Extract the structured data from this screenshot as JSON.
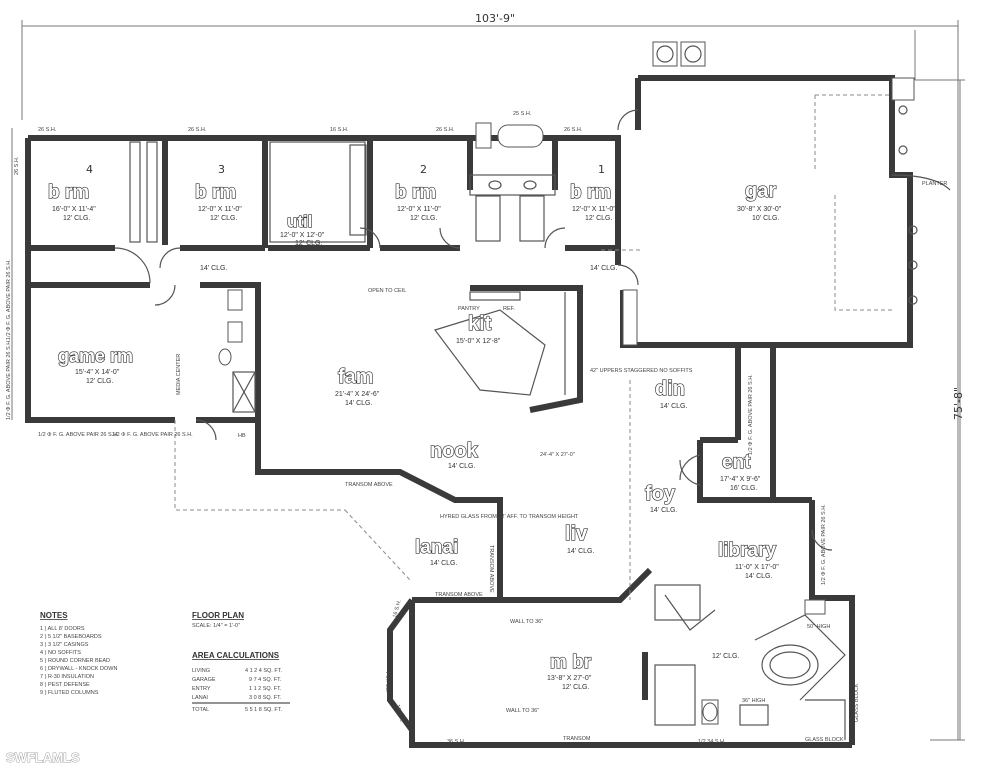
{
  "overall": {
    "width": "103'-9\"",
    "depth": "75'-8\""
  },
  "rooms": [
    {
      "id": "brm4",
      "label": "b rm",
      "num": "4",
      "size": "16'-0\" X 11'-4\"",
      "ceiling": "12' CLG."
    },
    {
      "id": "brm3",
      "label": "b rm",
      "num": "3",
      "size": "12'-0\" X 11'-0\"",
      "ceiling": "12' CLG."
    },
    {
      "id": "util",
      "label": "util",
      "size": "12'-0\" X 12'-0\"",
      "ceiling": "12' CLG."
    },
    {
      "id": "brm2",
      "label": "b rm",
      "num": "2",
      "size": "12'-0\" X 11'-0\"",
      "ceiling": "12' CLG."
    },
    {
      "id": "brm1",
      "label": "b rm",
      "num": "1",
      "size": "12'-0\" X 11'-0\"",
      "ceiling": "12' CLG."
    },
    {
      "id": "gar",
      "label": "gar",
      "size": "30'-8\" X 30'-0\"",
      "ceiling": "10' CLG."
    },
    {
      "id": "game",
      "label": "game rm",
      "size": "15'-4\" X 14'-0\"",
      "ceiling": "12' CLG."
    },
    {
      "id": "kit",
      "label": "kit",
      "size": "15'-0\" X 12'-8\""
    },
    {
      "id": "fam",
      "label": "fam",
      "size": "21'-4\" X 24'-6\"",
      "ceiling": "14' CLG."
    },
    {
      "id": "din",
      "label": "din",
      "ceiling": "14' CLG."
    },
    {
      "id": "nook",
      "label": "nook",
      "ceiling": "14' CLG."
    },
    {
      "id": "ent",
      "label": "ent",
      "size": "17'-4\" X 9'-6\"",
      "ceiling": "16' CLG."
    },
    {
      "id": "foy",
      "label": "foy",
      "ceiling": "14' CLG."
    },
    {
      "id": "lanai",
      "label": "lanai",
      "ceiling": "14' CLG."
    },
    {
      "id": "liv",
      "label": "liv",
      "ceiling": "14' CLG."
    },
    {
      "id": "library",
      "label": "library",
      "size": "11'-0\" X 17'-0\"",
      "ceiling": "14' CLG."
    },
    {
      "id": "mbr",
      "label": "m br",
      "size": "13'-8\" X 27'-0\"",
      "ceiling": "12' CLG."
    }
  ],
  "annotations": {
    "hall_clg_left": "14' CLG.",
    "hall_clg_right": "14' CLG.",
    "open_to_ceil": "OPEN TO CEIL",
    "pantry": "PANTRY",
    "ref": "REF.",
    "uppers": "42\" UPPERS STAGGERED NO SOFFITS",
    "liv_size": "24'-4\" X 27'-0\"",
    "transom_above_1": "TRANSOM ABOVE",
    "transom_above_2": "TRANSOM ABOVE",
    "transom_above_3": "TRANSOM ABOVE",
    "hyred_glass": "HYRED GLASS FROM 12' AFF. TO TRANSOM HEIGHT",
    "wall_to_36_1": "WALL TO 36\"",
    "wall_to_36_2": "WALL TO 36\"",
    "transom": "TRANSOM",
    "media_center": "MEDIA CENTER",
    "hb": "HB",
    "planter": "PLANTER",
    "mbr_clg": "12' CLG.",
    "high_50": "50\" HIGH",
    "high_36": "36\" HIGH",
    "glass_block_1": "GLASS BLOCK",
    "glass_block_2": "GLASS BLOCK",
    "sh_36": "36 S.H.",
    "sh_half": "1/2 34 S.H.",
    "fix_gl": "FIX. GL.",
    "hs_16": "16 S.H.",
    "hs_16b": "16 S.H.",
    "sh_26_a": "26 S.H.",
    "sh_26_b": "26 S.H.",
    "sh_16": "16 S.H.",
    "sh_26_c": "26 S.H.",
    "sh_25": "25 S.H.",
    "sh_26_d": "26 S.H.",
    "sh_26_e": "26 S.H.",
    "above_1": "1/2 Φ F. G. ABOVE PAIR 26 S.H.",
    "above_2": "1/2 Φ F. G. ABOVE PAIR 26 S.H.",
    "above_3": "1/2 Φ F. G. ABOVE PAIR 26 S.H.",
    "above_4": "1/2 Φ F. G. ABOVE PAIR 26 S.H.",
    "above_5": "1/2 Φ F. G. ABOVE PAIR 26 S.H.",
    "above_6": "1/2 Φ F. G. ABOVE PAIR 26 S.H."
  },
  "notes": {
    "header": "NOTES",
    "items": [
      "1 ) ALL 8' DOORS",
      "2 ) 5 1/2\" BASEBOARDS",
      "3 ) 3 1/2\" CASINGS",
      "4 ) NO SOFFITS",
      "5 ) ROUND CORNER BEAD",
      "6 ) DRYWALL - KNOCK DOWN",
      "7 ) R-30 INSULATION",
      "8 ) PEST DEFENSE",
      "9 ) FLUTED COLUMNS"
    ]
  },
  "floor_plan": {
    "title": "FLOOR PLAN",
    "scale": "SCALE: 1/4\" = 1'-0\""
  },
  "area": {
    "header": "AREA CALCULATIONS",
    "rows": [
      {
        "label": "LIVING",
        "value": "4 1 2 4 SQ. FT."
      },
      {
        "label": "GARAGE",
        "value": "9 7 4 SQ. FT."
      },
      {
        "label": "ENTRY",
        "value": "1 1 2 SQ. FT."
      },
      {
        "label": "LANAI",
        "value": "3 0 8 SQ. FT."
      },
      {
        "label": "TOTAL",
        "value": "5 5 1 8 SQ. FT."
      }
    ]
  },
  "watermark": "SWFLAMLS"
}
